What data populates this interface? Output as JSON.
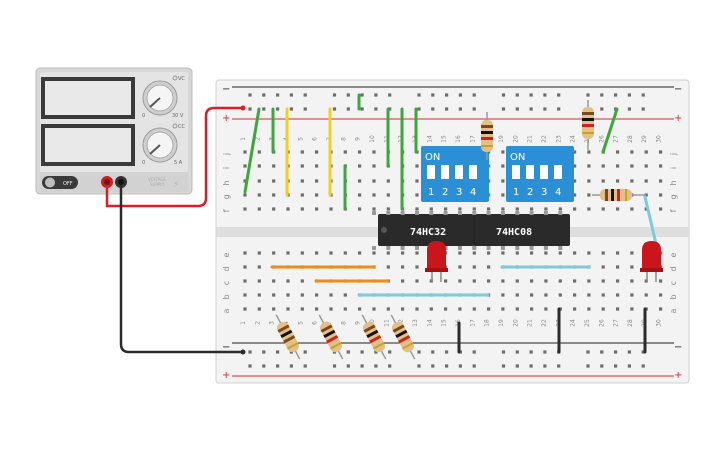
{
  "power_supply": {
    "off_label": "OFF",
    "vc_label": "VC",
    "cc_label": "CC",
    "voltage_scale": [
      "0",
      "30 V"
    ],
    "current_scale": [
      "0",
      "5 A"
    ],
    "brand_line1": "VOLTAGE",
    "brand_line2": "SUPPLY",
    "bolt_glyph": "⚡"
  },
  "breadboard": {
    "col_labels": [
      "1",
      "2",
      "3",
      "4",
      "5",
      "6",
      "7",
      "8",
      "9",
      "10",
      "11",
      "12",
      "13",
      "14",
      "15",
      "16",
      "17",
      "18",
      "19",
      "20",
      "21",
      "22",
      "23",
      "24",
      "25",
      "26",
      "27",
      "28",
      "29",
      "30"
    ],
    "row_labels_top": [
      "j",
      "i",
      "h",
      "g",
      "f"
    ],
    "row_labels_bottom": [
      "e",
      "d",
      "c",
      "b",
      "a"
    ],
    "rail_plus": "+",
    "rail_minus": "−"
  },
  "chips": [
    {
      "label": "74HC32"
    },
    {
      "label": "74HC08"
    }
  ],
  "dip_switches": [
    {
      "on_label": "ON",
      "pins": [
        "1",
        "2",
        "3",
        "4"
      ]
    },
    {
      "on_label": "ON",
      "pins": [
        "1",
        "2",
        "3",
        "4"
      ]
    }
  ],
  "colors": {
    "rail_red": "#d42b2b",
    "rail_black": "#222222",
    "wire_green": "#3aa83a",
    "wire_yellow": "#f2d022",
    "wire_orange": "#f08a1c",
    "wire_cyan": "#7fc9dc",
    "wire_red": "#d61f26",
    "wire_black": "#2b2b2b",
    "dip_blue": "#2b8fd6",
    "led_red": "#c9151b",
    "chip_body": "#2a2a2a",
    "board": "#f3f3f3"
  }
}
